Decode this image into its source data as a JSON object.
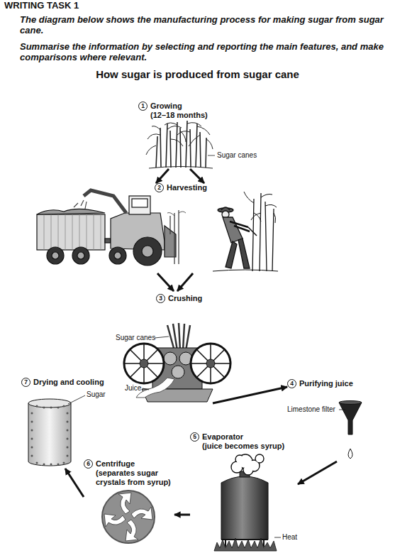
{
  "diagram": {
    "title": "How sugar is produced from sugar cane",
    "nodes": [
      {
        "text": [
          "1",
          "Growing (12–18 months)"
        ]
      },
      {
        "text": [
          "2",
          "Harvesting"
        ]
      },
      {
        "text": [
          "3",
          "Crushing"
        ]
      },
      {
        "text": [
          "4",
          "Purifying juice"
        ]
      },
      {
        "text": [
          "5",
          "Evaporator (juice becomes syrup)"
        ]
      },
      {
        "text": [
          "6",
          "Centrifuge (separates sugar crystals from syrup)"
        ]
      },
      {
        "text": [
          "7",
          "Drying and cooling"
        ]
      }
    ],
    "edges": [
      {
        "from": 0,
        "to": 1,
        "arrow": "to"
      },
      {
        "from": 0,
        "to": 1,
        "arrow": "to"
      },
      {
        "from": 1,
        "to": 2,
        "arrow": "to"
      },
      {
        "from": 1,
        "to": 2,
        "arrow": "to"
      },
      {
        "from": 2,
        "to": 3,
        "arrow": "to"
      },
      {
        "from": 3,
        "to": 4,
        "arrow": "to"
      },
      {
        "from": 4,
        "to": 5,
        "arrow": "to"
      },
      {
        "from": 5,
        "to": 6,
        "arrow": "to"
      }
    ],
    "labels": [
      "WRITING TASK 1",
      "The diagram below shows the manufacturing process for making sugar from sugar cane.",
      "Summarise the information by selecting and reporting the main features, and make comparisons where relevant.",
      "Sugar canes",
      "Sugar canes",
      "Juice",
      "Limestone filter",
      "Heat",
      "Sugar"
    ]
  }
}
